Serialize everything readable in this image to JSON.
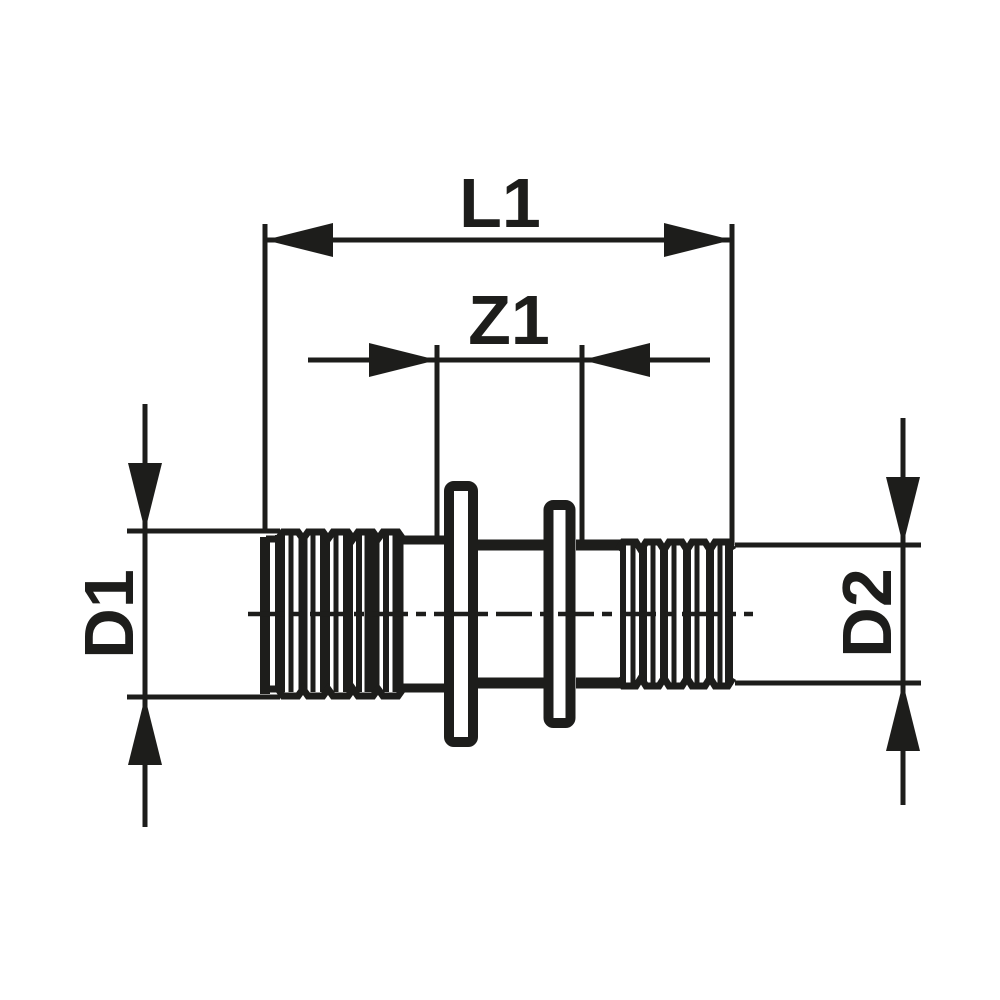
{
  "drawing": {
    "kind": "technical dimension diagram of a reducing pipe coupling",
    "labels": {
      "length": "L1",
      "insertion_depth": "Z1",
      "diameter_left": "D1",
      "diameter_right": "D2"
    },
    "colors": {
      "line": "#1d1d1b",
      "background": "#ffffff"
    }
  }
}
